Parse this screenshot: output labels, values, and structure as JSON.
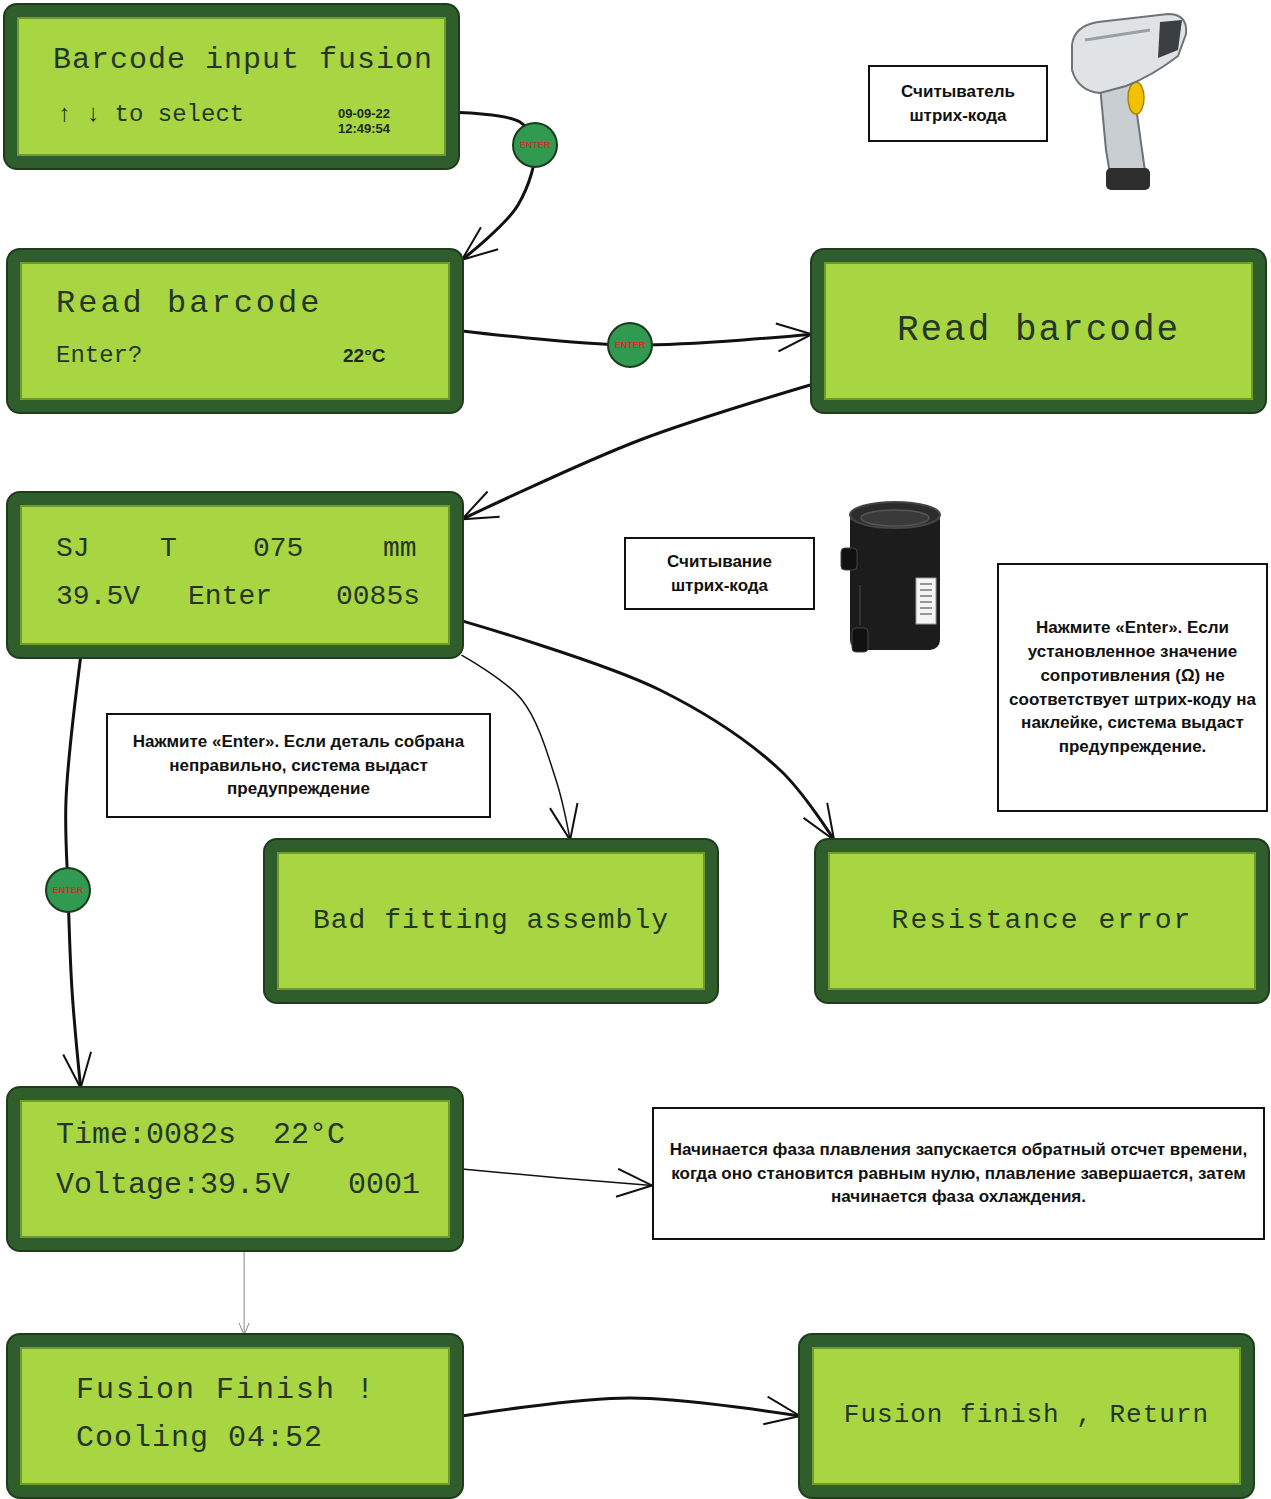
{
  "diagram": {
    "nodes": [
      {
        "text": [
          "Barcode input fusion",
          "↑ ↓ to select",
          "09-09-22 12:49:54"
        ]
      },
      {
        "text": [
          "Считыватель штрих-кода"
        ]
      },
      {
        "text": [
          "Read barcode",
          "Enter?",
          "22°C"
        ]
      },
      {
        "text": [
          "Read barcode"
        ]
      },
      {
        "text": [
          "SJ",
          "T",
          "075",
          "mm",
          "39.5V",
          "Enter",
          "0085s"
        ]
      },
      {
        "text": [
          "Считывание штрих-кода"
        ]
      },
      {
        "text": [
          "Нажмите «Enter». Если установленное значение сопротивления (Ω) не соответствует штрих-коду на наклейке, система выдаст предупреждение."
        ]
      },
      {
        "text": [
          "Нажмите «Enter». Если деталь собрана неправильно, система выдаст предупреждение"
        ]
      },
      {
        "text": [
          "Bad fitting assembly"
        ]
      },
      {
        "text": [
          "Resistance error"
        ]
      },
      {
        "text": [
          "Time:0082s",
          "22°C",
          "Voltage:39.5V",
          "0001"
        ]
      },
      {
        "text": [
          "Начинается фаза плавления запускается обратный отсчет времени, когда оно становится равным нулю, плавление завершается, затем начинается фаза охлаждения."
        ]
      },
      {
        "text": [
          "Fusion Finish !",
          "Cooling 04:52"
        ]
      },
      {
        "text": [
          "Fusion finish , Return"
        ]
      }
    ],
    "edges": [
      {
        "from": 0,
        "to": 2,
        "label": "ENTER",
        "arrow": "to"
      },
      {
        "from": 2,
        "to": 3,
        "label": "ENTER",
        "arrow": "to"
      },
      {
        "from": 3,
        "to": 4,
        "arrow": "to"
      },
      {
        "from": 4,
        "to": 8,
        "arrow": "to"
      },
      {
        "from": 4,
        "to": 9,
        "arrow": "to"
      },
      {
        "from": 4,
        "to": 10,
        "label": "ENTER",
        "arrow": "to"
      },
      {
        "from": 10,
        "to": 11,
        "arrow": "to"
      },
      {
        "from": 10,
        "to": 12,
        "arrow": "to"
      },
      {
        "from": 12,
        "to": 13,
        "arrow": "to"
      }
    ]
  }
}
